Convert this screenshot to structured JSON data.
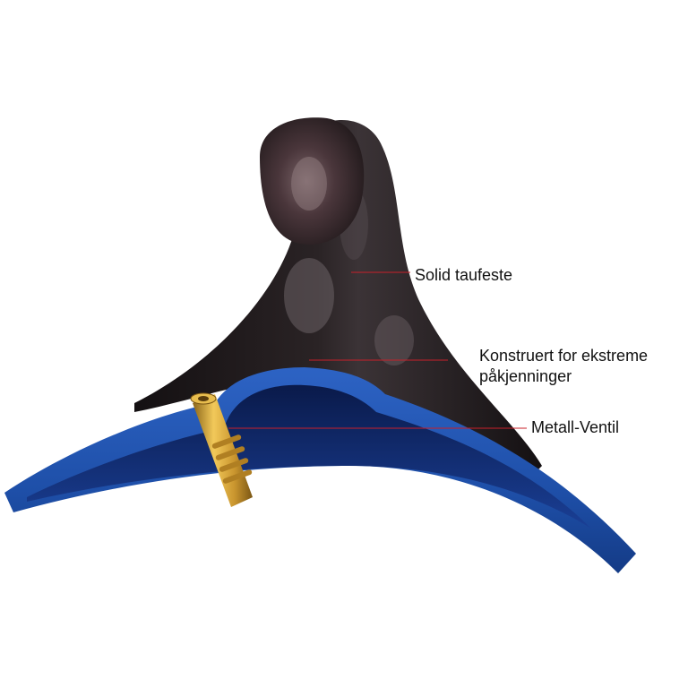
{
  "labels": {
    "solid_taufeste": "Solid taufeste",
    "konstruert_line1": "Konstruert for ekstreme",
    "konstruert_line2": "påkjenninger",
    "metall_ventil": "Metall-Ventil"
  },
  "colors": {
    "background": "#ffffff",
    "tube_blue": "#1e4fa8",
    "tube_inner": "#0f2a6e",
    "rubber_dark": "#1c1718",
    "knob": "#3a2a2e",
    "valve_gold": "#d4a23a",
    "leader_line": "#c8202a",
    "text": "#111111"
  }
}
